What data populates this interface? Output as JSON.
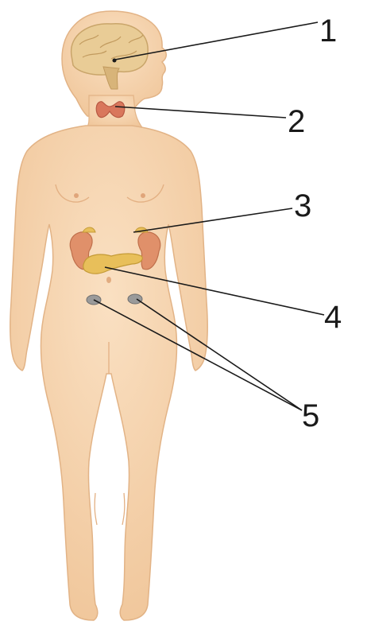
{
  "labels": [
    {
      "id": "1",
      "text": "1"
    },
    {
      "id": "2",
      "text": "2"
    },
    {
      "id": "3",
      "text": "3"
    },
    {
      "id": "4",
      "text": "4"
    },
    {
      "id": "5",
      "text": "5"
    }
  ],
  "colors": {
    "skin": "#f6d3ad",
    "skin_shade": "#e8b98a",
    "brain": "#e9cc96",
    "thyroid": "#d9775c",
    "adrenal_kidney": "#e0906a",
    "pancreas": "#e8bf5a",
    "ovary": "#9a9a9a",
    "line": "#1a1a1a"
  }
}
